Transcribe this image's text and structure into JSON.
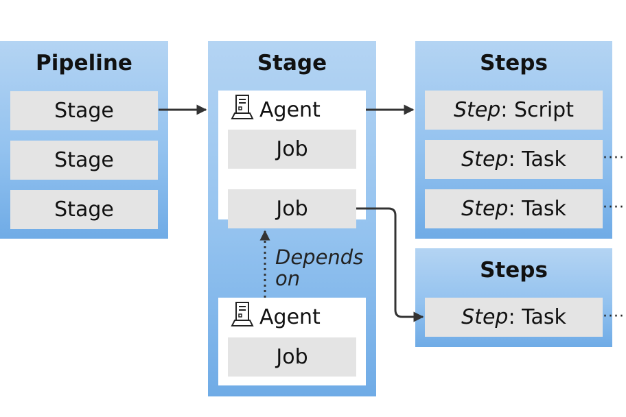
{
  "pipeline": {
    "title": "Pipeline",
    "stages": [
      "Stage",
      "Stage",
      "Stage"
    ]
  },
  "stage": {
    "title": "Stage",
    "agent_label": "Agent",
    "job_label": "Job",
    "depends_label_line1": "Depends",
    "depends_label_line2": "on"
  },
  "steps_top": {
    "title": "Steps",
    "items": [
      {
        "prefix": "Step",
        "suffix": ": Script"
      },
      {
        "prefix": "Step",
        "suffix": ": Task"
      },
      {
        "prefix": "Step",
        "suffix": ": Task"
      }
    ]
  },
  "steps_bottom": {
    "title": "Steps",
    "items": [
      {
        "prefix": "Step",
        "suffix": ": Task"
      }
    ]
  },
  "continuation": "····",
  "icons": {
    "agent": "server-agent-icon"
  }
}
